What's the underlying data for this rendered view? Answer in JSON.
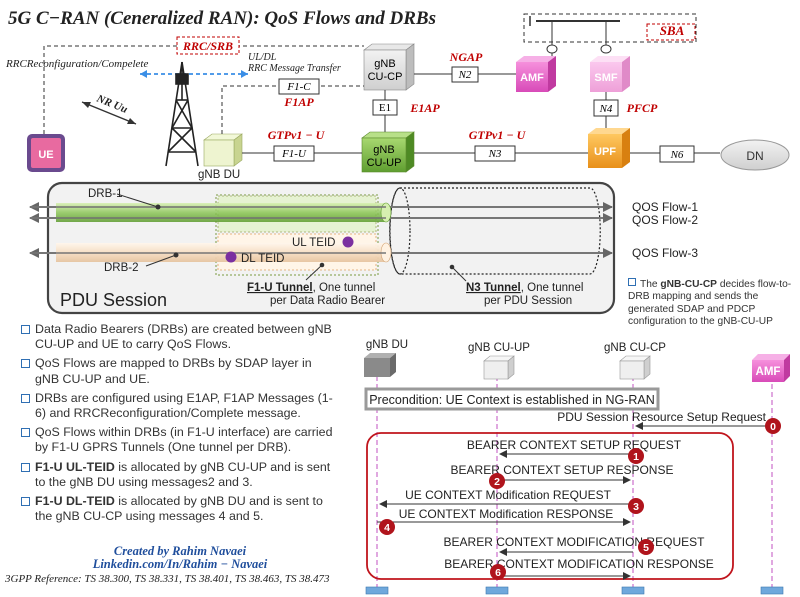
{
  "title": "5G C−RAN (Ceneralized RAN): QoS Flows and DRBs",
  "arch": {
    "sba": "SBA",
    "amf": "AMF",
    "smf": "SMF",
    "upf": "UPF",
    "dn": "DN",
    "ue": "UE",
    "gnb_cucp": [
      "gNB",
      "CU-CP"
    ],
    "gnb_cuup": [
      "gNB",
      "CU-UP"
    ],
    "gnb_du": "gNB DU",
    "rrc_srb": "RRC/SRB",
    "rrc_reconf": "RRCReconfiguration/Compelete",
    "uldl_1": "UL/DL",
    "uldl_2": "RRC Message Transfer",
    "nr_uu": "NR Uu",
    "f1c": "F1-C",
    "f1ap": "F1AP",
    "n2": "N2",
    "ngap": "NGAP",
    "n4": "N4",
    "pfcp": "PFCP",
    "e1": "E1",
    "e1ap": "E1AP",
    "f1u": "F1-U",
    "n3": "N3",
    "n6": "N6",
    "gtp1": "GTPv1 − U",
    "gtp2": "GTPv1 − U"
  },
  "pdu": {
    "label": "PDU Session",
    "drb1": "DRB-1",
    "drb2": "DRB-2",
    "qos1": "QOS Flow-1",
    "qos2": "QOS Flow-2",
    "qos3": "QOS Flow-3",
    "ul_teid": "UL TEID",
    "dl_teid": "DL TEID",
    "f1u_tunnel_bold": "F1-U Tunnel",
    "f1u_tunnel_rest": ", One tunnel",
    "f1u_tunnel_line2": "per Data Radio Bearer",
    "n3_tunnel_bold": "N3 Tunnel",
    "n3_tunnel_rest": ", One tunnel",
    "n3_tunnel_line2": "per PDU Session"
  },
  "side_note": {
    "prefix": "The ",
    "bold": "gNB-CU-CP",
    "rest": " decides flow-to-DRB mapping and sends the generated SDAP and PDCP configuration to the gNB-CU-UP"
  },
  "bullets": [
    {
      "bold": "",
      "text": "Data Radio Bearers (DRBs) are created between gNB CU-UP and UE to carry QoS Flows."
    },
    {
      "bold": "",
      "text": "QoS Flows are mapped to DRBs by SDAP layer in gNB CU-UP and UE."
    },
    {
      "bold": "",
      "text": "DRBs are configured using E1AP, F1AP Messages (1-6) and RRCReconfiguration/Complete message."
    },
    {
      "bold": "",
      "text": "QoS Flows within DRBs (in F1-U interface) are carried by F1-U GPRS Tunnels (One tunnel per DRB)."
    },
    {
      "bold": "F1-U UL-TEID",
      "text": " is allocated by gNB CU-UP and is sent to the gNB DU using messages2 and 3."
    },
    {
      "bold": "F1-U DL-TEID",
      "text": " is allocated by gNB DU and is sent to the gNB CU-CP using messages 4  and 5."
    }
  ],
  "credit": {
    "line1": "Created by Rahim Navaei",
    "line2": "Linkedin.com/In/Rahim − Navaei"
  },
  "refs": "3GPP Reference: TS 38.300, TS 38.331, TS 38.401, TS 38.463, TS 38.473",
  "seq": {
    "nodes": [
      "gNB DU",
      "gNB CU-UP",
      "gNB CU-CP",
      "AMF"
    ],
    "precondition": "Precondition: UE Context is established in NG-RAN",
    "messages": [
      {
        "label": "PDU Session Resource Setup Request",
        "num": "0"
      },
      {
        "label": "BEARER CONTEXT SETUP REQUEST",
        "num": "1"
      },
      {
        "label": "BEARER CONTEXT SETUP RESPONSE",
        "num": "2"
      },
      {
        "label": "UE CONTEXT Modification REQUEST",
        "num": "3"
      },
      {
        "label": "UE CONTEXT Modification RESPONSE",
        "num": "4"
      },
      {
        "label": "BEARER CONTEXT MODIFICATION  REQUEST",
        "num": "5"
      },
      {
        "label": "BEARER CONTEXT MODIFICATION  RESPONSE",
        "num": "6"
      }
    ]
  },
  "colors": {
    "red_label": "#c00000",
    "blue_bullet": "#2f6fb3",
    "green_box": "#7ab648",
    "orange_box": "#f4a72a",
    "pink_amf": "#e85fc7",
    "pink_smf": "#f4a6e0",
    "purple_dot": "#7b2fa0",
    "num_circle": "#b0141c"
  }
}
